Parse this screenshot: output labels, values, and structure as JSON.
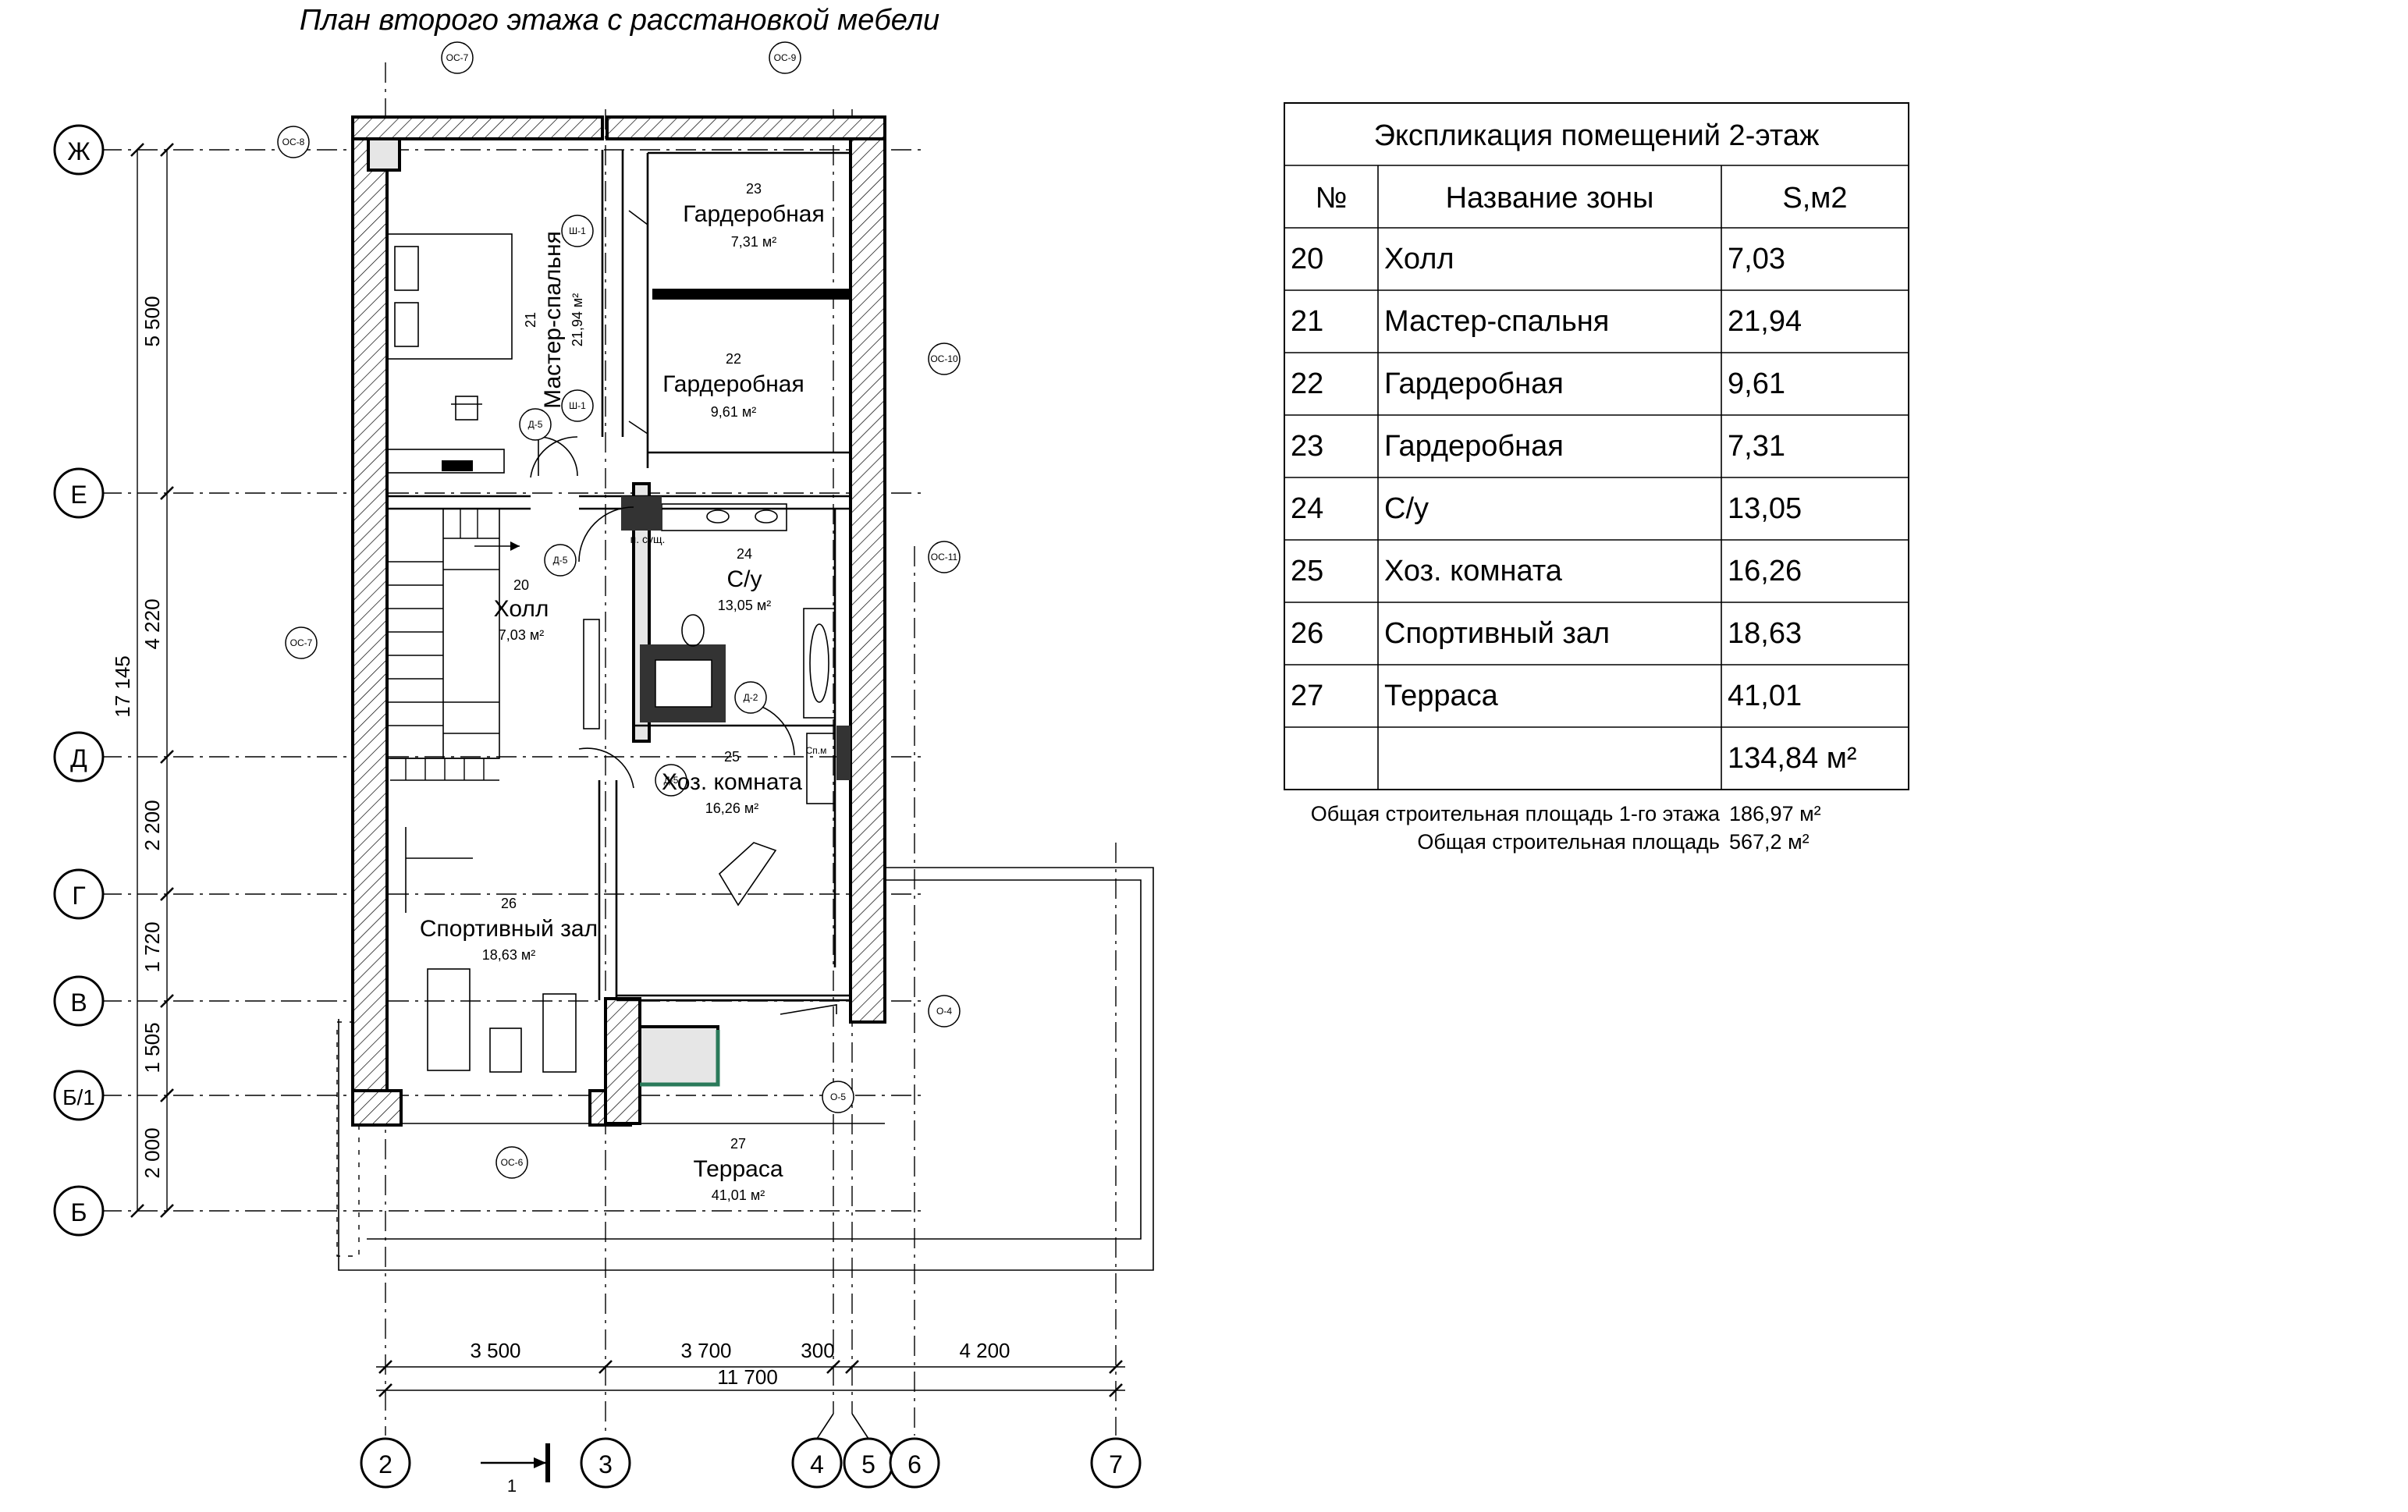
{
  "plan": {
    "title": "План второго этажа с расстановкой мебели",
    "grid_rows": [
      "Ж",
      "Е",
      "Д",
      "Г",
      "В",
      "Б/1",
      "Б"
    ],
    "grid_cols": [
      "2",
      "3",
      "4",
      "5",
      "6",
      "7"
    ],
    "left_dims": [
      "5 500",
      "4 220",
      "2 200",
      "1 720",
      "1 505",
      "2 000"
    ],
    "overall_left_dim": "17 145",
    "bottom_dims": [
      "3 500",
      "3 700",
      "300",
      "4 200"
    ],
    "overall_bottom_dim": "11 700",
    "section_mark": "1",
    "rooms": [
      {
        "num": "23",
        "name": "Гардеробная",
        "area": "7,31 м²"
      },
      {
        "num": "21",
        "name": "Мастер-спальня",
        "area": "21,94 м²"
      },
      {
        "num": "22",
        "name": "Гардеробная",
        "area": "9,61 м²"
      },
      {
        "num": "24",
        "name": "С/у",
        "area": "13,05 м²"
      },
      {
        "num": "20",
        "name": "Холл",
        "area": "7,03 м²"
      },
      {
        "num": "25",
        "name": "Хоз. комната",
        "area": "16,26 м²"
      },
      {
        "num": "26",
        "name": "Спортивный зал",
        "area": "18,63 м²"
      },
      {
        "num": "27",
        "name": "Терраса",
        "area": "41,01 м²"
      }
    ],
    "tags": [
      "ОС-7",
      "ОС-9",
      "ОС-8",
      "ОС-10",
      "ОС-11",
      "ОС-7",
      "ОС-6",
      "О-4",
      "О-5",
      "Д-5",
      "Д-5",
      "Д-5",
      "Д-2",
      "Ш-1",
      "Ш-1",
      "п. сущ.",
      "Сп.м"
    ]
  },
  "explication": {
    "title": "Экспликация помещений  2-этаж",
    "headers": [
      "№",
      "Название зоны",
      "S,м2"
    ],
    "rows": [
      [
        "20",
        "Холл",
        "7,03"
      ],
      [
        "21",
        "Мастер-спальня",
        "21,94"
      ],
      [
        "22",
        "Гардеробная",
        "9,61"
      ],
      [
        "23",
        "Гардеробная",
        "7,31"
      ],
      [
        "24",
        "С/у",
        "13,05"
      ],
      [
        "25",
        "Хоз. комната",
        "16,26"
      ],
      [
        "26",
        "Спортивный зал",
        "18,63"
      ],
      [
        "27",
        "Терраса",
        "41,01"
      ]
    ],
    "total": "134,84 м²",
    "summary": [
      {
        "label": "Общая строительная площадь 1-го этажа",
        "value": "186,97 м²"
      },
      {
        "label": "Общая строительная площадь",
        "value": "567,2  м²"
      }
    ]
  }
}
